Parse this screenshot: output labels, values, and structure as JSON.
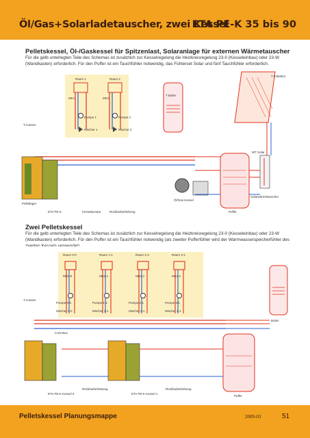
{
  "header": {
    "title": "Öl/Gas+Solarladetauscher, zwei Kessel",
    "model": "ETA PE-K 35 bis 90"
  },
  "section1": {
    "title": "Pelletskessel, Öl-/Gaskessel für Spitzenlast, Solaranlage für externen Wärmetauscher",
    "text": "Für die gelb unterlegten Teile des Schemas ist zusätzlich zur Kesselregelung die Heizkreisregelung 23-0 (Kesseleinbau) oder 23-W (Wandkasten) erforderlich. Für den Puffer ist ein Tauchfühler notwendig, das Fühlerset Solar und fünf Tauchfühler erforderlich.",
    "labels": {
      "room1": "Raum 1",
      "room2": "Raum 2",
      "mk1": "MK1",
      "mk2": "MK2",
      "pump1": "Pumpe 1",
      "pump2": "Pumpe 2",
      "mixer1": "Mischer 1",
      "mixer2": "Mischer 2",
      "outside": "T.Aussen",
      "boiler": "T Boiler",
      "collector": "T Kollektor",
      "pe": "ETA PE-K",
      "fuel": "Kesselpumpe",
      "return": "Rücklaufanhebung",
      "buffer": "Puffer",
      "oil": "Öl/Gas Kessel",
      "solar_hx": "Solarwärmetauscher",
      "pellet_store": "Pelletlager",
      "exchanger": "WT Solar"
    }
  },
  "section2": {
    "title": "Zwei Pelletskessel",
    "text": "Für die gelb unterlegten Teile des Schemas ist zusätzlich zur Kesselregelung die Heizkreisregelung 23-0 (Kesseleinbau) oder 23-W (Wandkasten) erforderlich. Für den Puffer ist ein Tauchfühler notwendig (als zweiter Pufferfühler wird der Warmwasserspeicherfühler des zweiten Kessels verwendet).",
    "labels": {
      "room0": "Raum 0-0",
      "room1": "Raum 1-1",
      "room2": "Raum 2-2",
      "room3": "Raum 3-1",
      "mk0": "MK0-0",
      "mk1": "MK1-1",
      "mk2": "MK2-1",
      "mk3": "MK3-1",
      "pump0": "Pumpe 0-0",
      "pump1": "Pumpe 1-1",
      "pump2": "Pumpe 2-1",
      "pump3": "Pumpe 3-1",
      "mixer0": "Mischer 0-0",
      "mixer1": "Mischer 1-1",
      "mixer2": "Mischer 2-1",
      "mixer3": "Mischer 3-1",
      "outside": "T.Aussen",
      "boiler1": "ETA PE-K  Kessel 0",
      "boiler2": "ETA PE-K  Kessel 1",
      "bus": "CAN-Bus",
      "buffer": "Puffer",
      "hotwater": "Boiler",
      "return1": "Rücklaufanhebung",
      "return2": "Rücklaufanhebung"
    }
  },
  "footer": {
    "left": "Pelletskessel Planungsmappe",
    "date": "2009-03",
    "page": "51"
  }
}
